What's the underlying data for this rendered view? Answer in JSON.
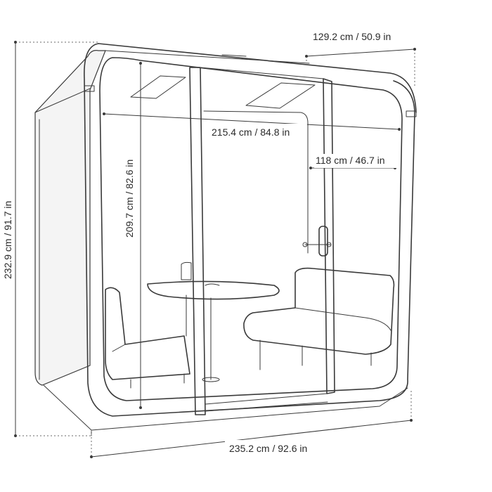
{
  "dimensions": {
    "depth": "129.2 cm / 50.9 in",
    "inner_width": "215.4 cm / 84.8 in",
    "door_width": "118 cm / 46.7 in",
    "inner_height": "209.7 cm / 82.6 in",
    "total_height": "232.9 cm / 91.7 in",
    "total_width": "235.2 cm / 92.6 in"
  }
}
